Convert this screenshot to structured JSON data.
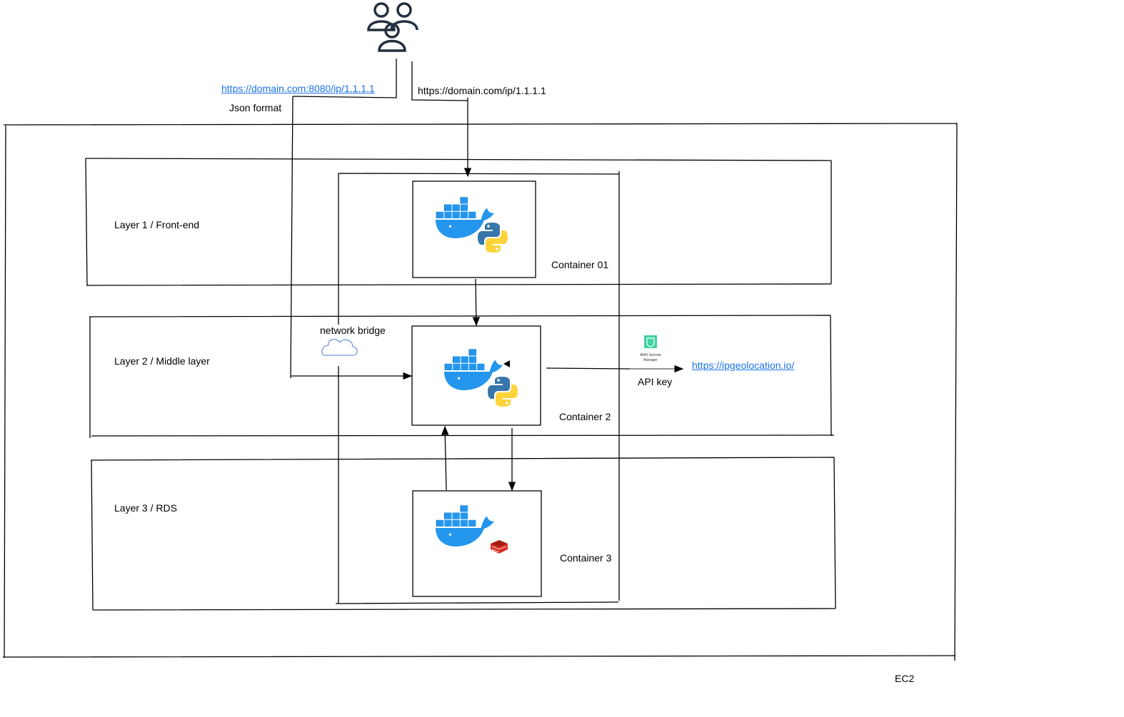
{
  "users": {
    "icon": "users-icon"
  },
  "requests": {
    "api_link": "https://domain.com:8080/ip/1.1.1.1",
    "api_note": "Json format",
    "web_url": "https://domain.com/ip/1.1.1.1"
  },
  "ec2": {
    "label": "EC2"
  },
  "layers": [
    {
      "label": "Layer 1 / Front-end"
    },
    {
      "label": "Layer 2 / Middle layer"
    },
    {
      "label": "Layer 3 / RDS"
    }
  ],
  "containers": [
    {
      "label": "Container 01",
      "icons": [
        "docker-icon",
        "python-icon"
      ]
    },
    {
      "label": "Container 2",
      "icons": [
        "docker-icon",
        "python-icon"
      ]
    },
    {
      "label": "Container 3",
      "icons": [
        "docker-icon",
        "redis-icon"
      ]
    }
  ],
  "network": {
    "label": "network bridge",
    "icon": "cloud-icon"
  },
  "external": {
    "secrets_label": "AWS Secrets Manager",
    "api_key": "API key",
    "link": "https://ipgeolocation.io/"
  },
  "colors": {
    "link": "#1a73e8",
    "docker": "#2496ed",
    "python_blue": "#3776ab",
    "python_yellow": "#ffd43b",
    "redis": "#d82c20",
    "aws_secrets": "#3fd3a3"
  }
}
